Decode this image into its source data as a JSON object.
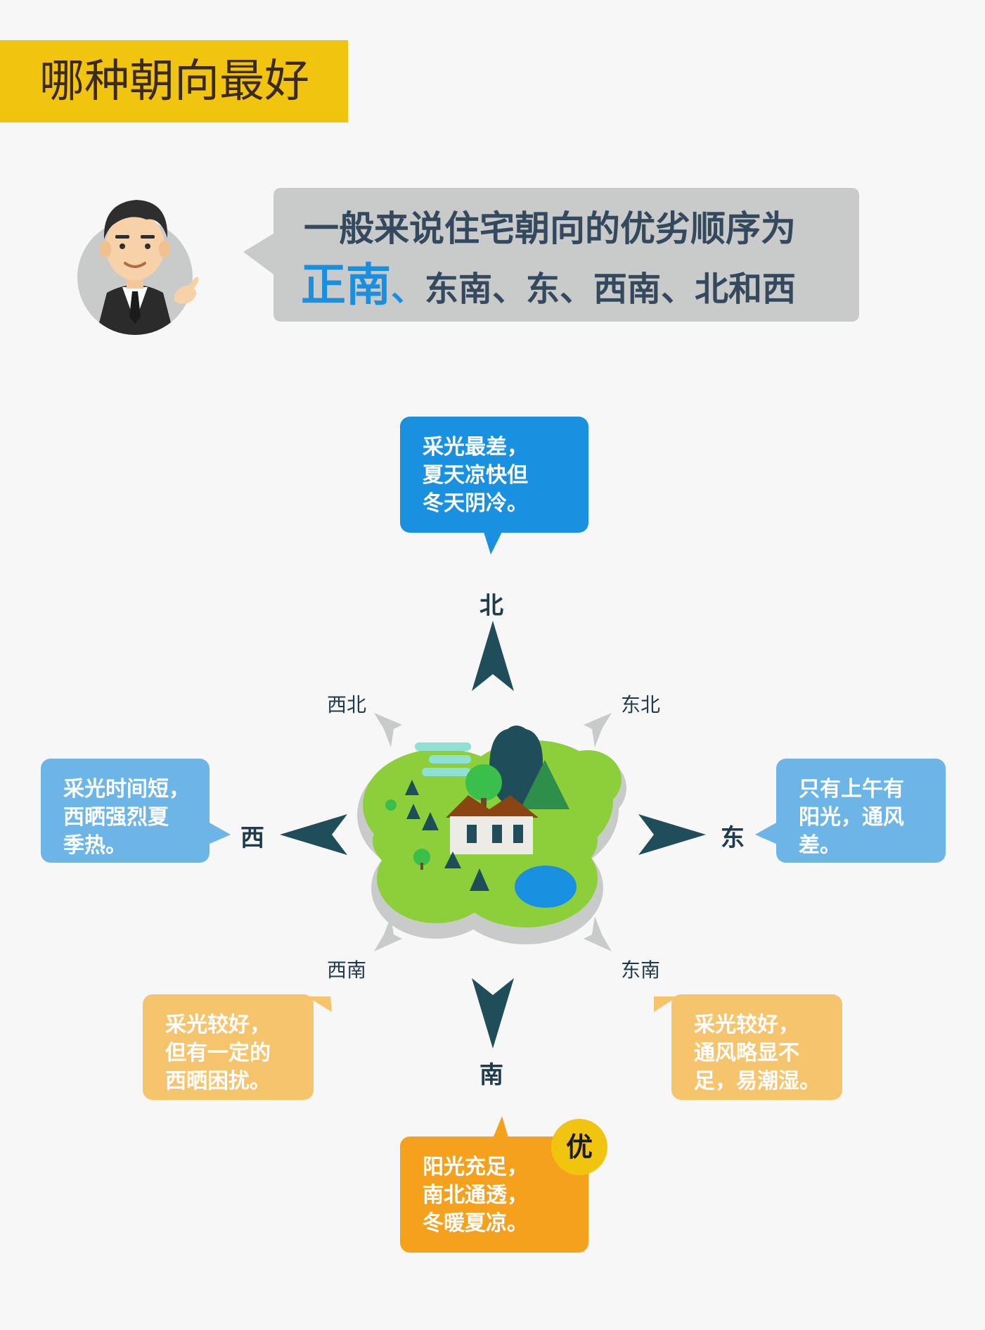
{
  "header": {
    "title": "哪种朝向最好"
  },
  "intro": {
    "line1": "一般来说住宅朝向的优劣顺序为",
    "best": "正南",
    "separator": "、",
    "rest": "东南、东、西南、北和西"
  },
  "directions": {
    "north": "北",
    "south": "南",
    "east": "东",
    "west": "西",
    "northwest": "西北",
    "northeast": "东北",
    "southwest": "西南",
    "southeast": "东南"
  },
  "bubbles": {
    "north": [
      "采光最差，",
      "夏天凉快但",
      "冬天阴冷。"
    ],
    "west": [
      "采光时间短，",
      "西晒强烈夏",
      "季热。"
    ],
    "east": [
      "只有上午有",
      "阳光，通风",
      "差。"
    ],
    "southwest": [
      "采光较好，",
      "但有一定的",
      "西晒困扰。"
    ],
    "southeast": [
      "采光较好，",
      "通风略显不",
      "足，易潮湿。"
    ],
    "south": [
      "阳光充足，",
      "南北通透，",
      "冬暖夏凉。"
    ]
  },
  "badge": "优",
  "colors": {
    "title_bar": "#f1c40f",
    "best_highlight": "#1a8fe0",
    "arrow_main": "#1f4e5a",
    "arrow_diag": "#c8cbc9",
    "bubble_north": "#1a90e0",
    "bubble_side": "#6cb5e6",
    "bubble_southside": "#f6c46c",
    "bubble_south": "#f6a11d"
  },
  "icons": {
    "presenter": "businessman-icon",
    "center": "house-island-icon"
  }
}
